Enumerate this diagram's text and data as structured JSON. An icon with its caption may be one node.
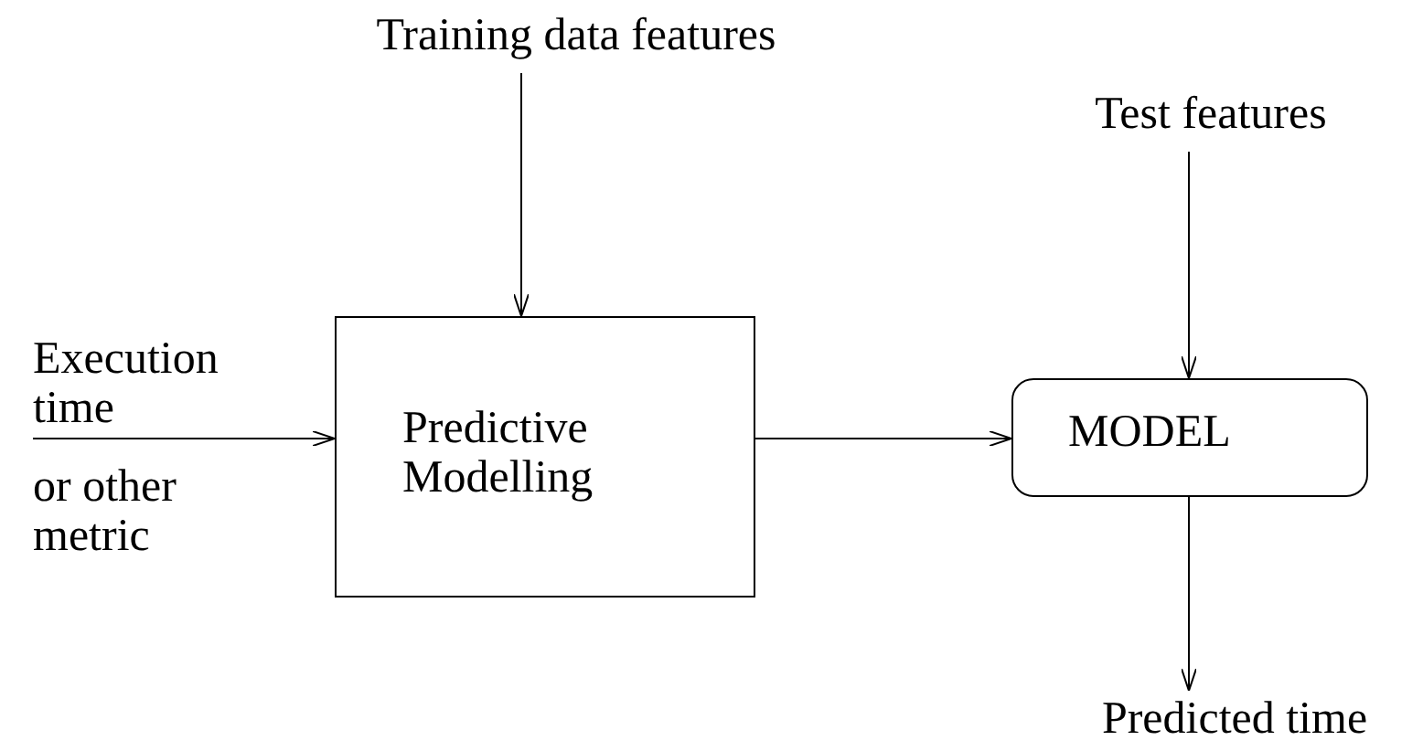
{
  "diagram": {
    "nodes": [
      {
        "text": [
          "Training data features"
        ]
      },
      {
        "text": [
          "Execution time",
          "or other metric"
        ]
      },
      {
        "text": [
          "Predictive Modelling"
        ]
      },
      {
        "text": [
          "MODEL"
        ]
      },
      {
        "text": [
          "Test features"
        ]
      },
      {
        "text": [
          "Predicted time"
        ]
      }
    ],
    "edges": [
      {
        "from": 0,
        "to": 2,
        "arrow": "to"
      },
      {
        "from": 1,
        "to": 2,
        "arrow": "to"
      },
      {
        "from": 2,
        "to": 3,
        "arrow": "to"
      },
      {
        "from": 4,
        "to": 3,
        "arrow": "to"
      },
      {
        "from": 3,
        "to": 5,
        "arrow": "to"
      }
    ]
  }
}
